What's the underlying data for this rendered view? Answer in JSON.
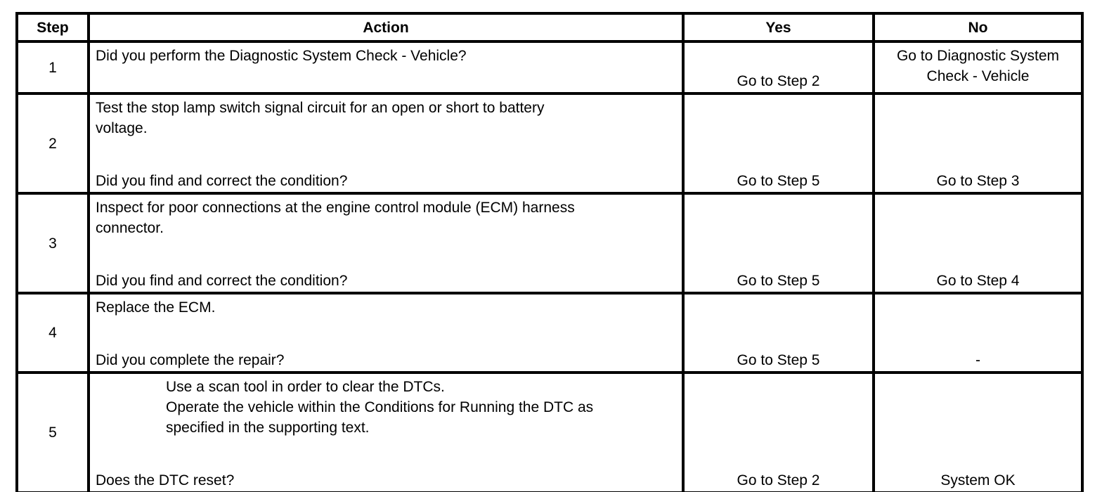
{
  "headers": {
    "step": "Step",
    "action": "Action",
    "yes": "Yes",
    "no": "No"
  },
  "rows": [
    {
      "step": "1",
      "action_lines": [
        "Did you perform the Diagnostic System Check - Vehicle?"
      ],
      "question": "",
      "yes": "Go to Step 2",
      "no_lines": [
        "Go to Diagnostic System",
        "Check - Vehicle"
      ]
    },
    {
      "step": "2",
      "action_lines": [
        "Test the stop lamp switch signal circuit for an open or short to battery",
        "voltage."
      ],
      "question": "Did you find and correct the condition?",
      "yes": "Go to Step 5",
      "no": "Go to Step 3"
    },
    {
      "step": "3",
      "action_lines": [
        "Inspect for poor connections at the engine control module (ECM) harness",
        "connector."
      ],
      "question": "Did you find and correct the condition?",
      "yes": "Go to Step 5",
      "no": "Go to Step 4"
    },
    {
      "step": "4",
      "action_lines": [
        "Replace the ECM."
      ],
      "question": "Did you complete the repair?",
      "yes": "Go to Step 5",
      "no": "-"
    },
    {
      "step": "5",
      "action_lines": [
        "Use a scan tool in order to clear the DTCs.",
        "Operate the vehicle within the Conditions for Running the DTC as",
        "specified in the supporting text."
      ],
      "question": "Does the DTC reset?",
      "yes": "Go to Step 2",
      "no": "System OK"
    }
  ]
}
